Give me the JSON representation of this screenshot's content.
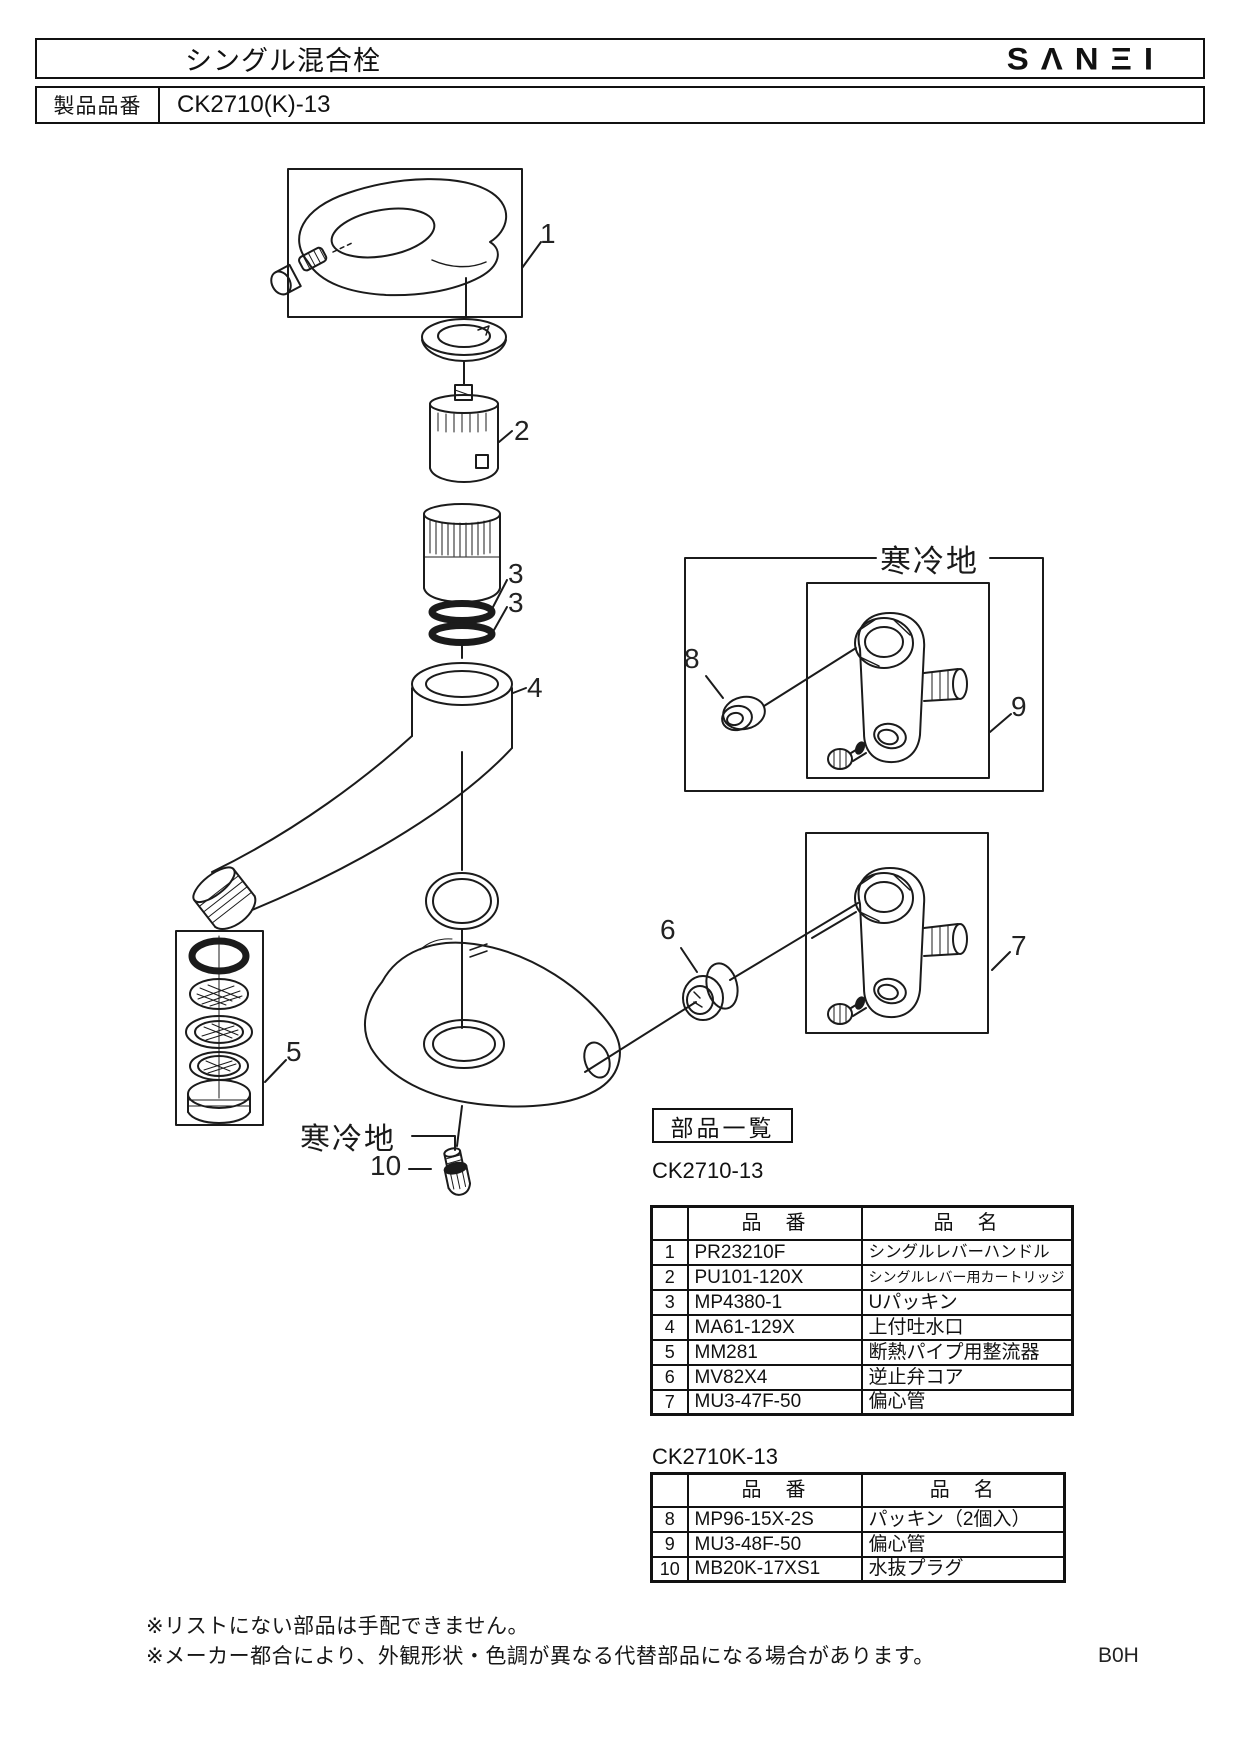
{
  "header": {
    "title": "シングル混合栓",
    "logo": "SΛNΞI",
    "product_label": "製品品番",
    "product_code": "CK2710(K)-13"
  },
  "diagram": {
    "cold_region_label": "寒冷地",
    "callouts": [
      "1",
      "2",
      "3",
      "3",
      "4",
      "5",
      "6",
      "7",
      "8",
      "9",
      "10"
    ]
  },
  "parts_list": {
    "heading": "部品一覧",
    "tables": [
      {
        "model": "CK2710-13",
        "headers": {
          "num": "",
          "code": "品　番",
          "name": "品　名"
        },
        "rows": [
          [
            "1",
            "PR23210F",
            "シングルレバーハンドル"
          ],
          [
            "2",
            "PU101-120X",
            "シングルレバー用カートリッジ"
          ],
          [
            "3",
            "MP4380-1",
            "Uパッキン"
          ],
          [
            "4",
            "MA61-129X",
            "上付吐水口"
          ],
          [
            "5",
            "MM281",
            "断熱パイプ用整流器"
          ],
          [
            "6",
            "MV82X4",
            "逆止弁コア"
          ],
          [
            "7",
            "MU3-47F-50",
            "偏心管"
          ]
        ]
      },
      {
        "model": "CK2710K-13",
        "headers": {
          "num": "",
          "code": "品　番",
          "name": "品　名"
        },
        "rows": [
          [
            "8",
            "MP96-15X-2S",
            "パッキン（2個入）"
          ],
          [
            "9",
            "MU3-48F-50",
            "偏心管"
          ],
          [
            "10",
            "MB20K-17XS1",
            "水抜プラグ"
          ]
        ]
      }
    ]
  },
  "footer": {
    "note1": "※リストにない部品は手配できません。",
    "note2": "※メーカー都合により、外観形状・色調が異なる代替部品になる場合があります。",
    "doc_code": "B0H"
  }
}
